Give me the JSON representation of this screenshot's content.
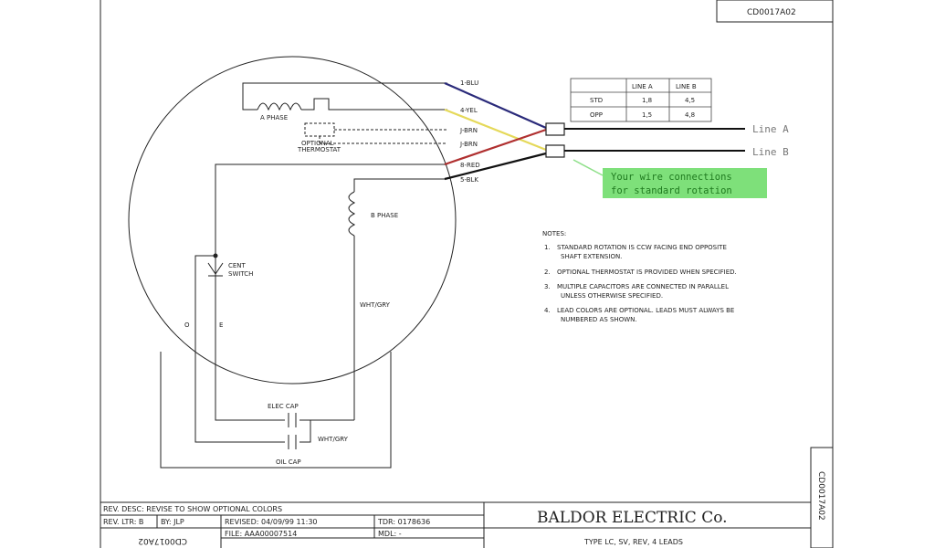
{
  "drawing": {
    "number": "CD0017A02",
    "number_side": "CD0017A02",
    "number_bottom_mirrored": "CD0017A02"
  },
  "leads": [
    {
      "label": "1-BLU",
      "color": "#2a2a7a"
    },
    {
      "label": "4-YEL",
      "color": "#e5d95a"
    },
    {
      "label": "J-BRN",
      "color": "#8a5a3a"
    },
    {
      "label": "J-BRN",
      "color": "#8a5a3a"
    },
    {
      "label": "8-RED",
      "color": "#b03030"
    },
    {
      "label": "5-BLK",
      "color": "#111111"
    }
  ],
  "windings": {
    "a_phase": "A PHASE",
    "b_phase": "B PHASE",
    "thermostat_line1": "OPTIONAL",
    "thermostat_line2": "THERMOSTAT",
    "cent_line1": "CENT",
    "cent_line2": "SWITCH",
    "wht_gry_side": "WHT/GRY",
    "elec_cap": "ELEC CAP",
    "oil_cap": "OIL CAP",
    "wht_gry_cap": "WHT/GRY",
    "label_o": "O",
    "label_e": "E"
  },
  "line_table": {
    "headers": [
      "",
      "LINE A",
      "LINE B"
    ],
    "rows": [
      [
        "STD",
        "1,8",
        "4,5"
      ],
      [
        "OPP",
        "1,5",
        "4,8"
      ]
    ]
  },
  "lines": {
    "line_a": "Line A",
    "line_b": "Line B"
  },
  "callout": {
    "line1": "Your wire connections",
    "line2": "for standard rotation",
    "color": "#7ee07a"
  },
  "notes": {
    "title": "NOTES:",
    "items": [
      {
        "num": "1.",
        "l1": "STANDARD ROTATION IS CCW FACING END OPPOSITE",
        "l2": "SHAFT EXTENSION."
      },
      {
        "num": "2.",
        "l1": "OPTIONAL THERMOSTAT IS PROVIDED WHEN SPECIFIED.",
        "l2": ""
      },
      {
        "num": "3.",
        "l1": "MULTIPLE CAPACITORS ARE CONNECTED IN PARALLEL",
        "l2": "UNLESS OTHERWISE SPECIFIED."
      },
      {
        "num": "4.",
        "l1": "LEAD COLORS ARE OPTIONAL.   LEADS MUST ALWAYS BE",
        "l2": "NUMBERED AS SHOWN."
      }
    ]
  },
  "title_block": {
    "rev_desc": "REV. DESC:  REVISE TO SHOW OPTIONAL COLORS",
    "rev_ltr": "REV. LTR:  B",
    "by": "BY:  JLP",
    "revised": "REVISED: 04/09/99 11:30",
    "tdr": "TDR: 0178636",
    "file": "FILE: AAA00007514",
    "mdl": "MDL: -",
    "company": "BALDOR  ELECTRIC  Co.",
    "type": "TYPE LC, SV, REV, 4 LEADS"
  }
}
